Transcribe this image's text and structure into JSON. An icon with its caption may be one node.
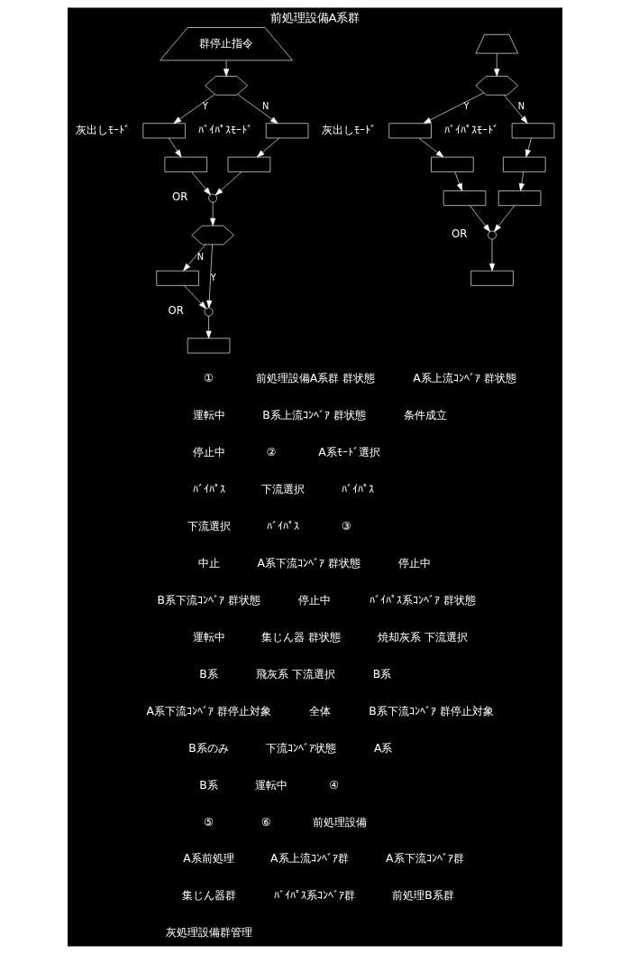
{
  "diagram": {
    "title": "前処理設備A系群",
    "nodes": [
      {
        "text": [
          "群停止指令"
        ]
      },
      {
        "text": [],
        "shape": "hexagon"
      },
      {
        "text": [],
        "shape": "box",
        "beside": [
          "灰出しﾓｰﾄﾞ"
        ]
      },
      {
        "text": [],
        "shape": "box"
      },
      {
        "text": [],
        "shape": "box",
        "beside": [
          "ﾊﾞｲﾊﾟｽﾓｰﾄﾞ"
        ]
      },
      {
        "text": [],
        "shape": "box"
      },
      {
        "text": [],
        "shape": "circle",
        "beside": [
          "OR"
        ]
      },
      {
        "text": [],
        "shape": "hexagon"
      },
      {
        "text": [],
        "shape": "box"
      },
      {
        "text": [],
        "shape": "circle",
        "beside": [
          "OR"
        ]
      },
      {
        "text": [],
        "shape": "box"
      },
      {
        "text": [],
        "shape": "trapezoid"
      },
      {
        "text": [],
        "shape": "hexagon"
      },
      {
        "text": [],
        "shape": "box",
        "beside": [
          "灰出しﾓｰﾄﾞ"
        ]
      },
      {
        "text": [],
        "shape": "box"
      },
      {
        "text": [],
        "shape": "box"
      },
      {
        "text": [],
        "shape": "box",
        "beside": [
          "ﾊﾞｲﾊﾟｽﾓｰﾄﾞ"
        ]
      },
      {
        "text": [],
        "shape": "box"
      },
      {
        "text": [],
        "shape": "box"
      },
      {
        "text": [],
        "shape": "circle",
        "beside": [
          "OR"
        ]
      },
      {
        "text": [],
        "shape": "box"
      }
    ],
    "edges": [
      {
        "from": 0,
        "to": 1,
        "arrow": "to"
      },
      {
        "from": 1,
        "to": 2,
        "arrow": "to",
        "label": "Y"
      },
      {
        "from": 1,
        "to": 4,
        "arrow": "to",
        "label": "N"
      },
      {
        "from": 2,
        "to": 3,
        "arrow": "to"
      },
      {
        "from": 4,
        "to": 5,
        "arrow": "to"
      },
      {
        "from": 3,
        "to": 6,
        "arrow": "to"
      },
      {
        "from": 5,
        "to": 6,
        "arrow": "to"
      },
      {
        "from": 6,
        "to": 7,
        "arrow": "to"
      },
      {
        "from": 7,
        "to": 8,
        "arrow": "to",
        "label": "N"
      },
      {
        "from": 7,
        "to": 9,
        "arrow": "to",
        "label": "Y"
      },
      {
        "from": 8,
        "to": 9,
        "arrow": "to"
      },
      {
        "from": 9,
        "to": 10,
        "arrow": "to"
      },
      {
        "from": 11,
        "to": 12,
        "arrow": "to"
      },
      {
        "from": 12,
        "to": 13,
        "arrow": "to",
        "label": "Y"
      },
      {
        "from": 12,
        "to": 16,
        "arrow": "to",
        "label": "N"
      },
      {
        "from": 13,
        "to": 14,
        "arrow": "to"
      },
      {
        "from": 14,
        "to": 15,
        "arrow": "to"
      },
      {
        "from": 16,
        "to": 17,
        "arrow": "to"
      },
      {
        "from": 17,
        "to": 18,
        "arrow": "to"
      },
      {
        "from": 15,
        "to": 19,
        "arrow": "to"
      },
      {
        "from": 18,
        "to": 19,
        "arrow": "to"
      },
      {
        "from": 19,
        "to": 20,
        "arrow": "to"
      }
    ],
    "labels": [
      "①",
      "前処理設備A系群 群状態",
      "A系上流ｺﾝﾍﾞｱ 群状態",
      "運転中",
      "B系上流ｺﾝﾍﾞｱ 群状態",
      "条件成立",
      "停止中",
      "②",
      "A系ﾓｰﾄﾞ選択",
      "ﾊﾞｲﾊﾟｽ",
      "下流選択",
      "ﾊﾞｲﾊﾟｽ",
      "下流選択",
      "ﾊﾞｲﾊﾟｽ",
      "③",
      "中止",
      "A系下流ｺﾝﾍﾞｱ 群状態",
      "停止中",
      "B系下流ｺﾝﾍﾞｱ 群状態",
      "停止中",
      "ﾊﾞｲﾊﾟｽ系ｺﾝﾍﾞｱ 群状態",
      "運転中",
      "集じん器 群状態",
      "焼却灰系 下流選択",
      "B系",
      "飛灰系 下流選択",
      "B系",
      "A系下流ｺﾝﾍﾞｱ 群停止対象",
      "全体",
      "B系下流ｺﾝﾍﾞｱ 群停止対象",
      "B系のみ",
      "下流ｺﾝﾍﾞｱ状態",
      "A系",
      "B系",
      "運転中",
      "④",
      "⑤",
      "⑥",
      "前処理設備",
      "A系前処理",
      "A系上流ｺﾝﾍﾞｱ群",
      "A系下流ｺﾝﾍﾞｱ群",
      "集じん器群",
      "ﾊﾞｲﾊﾟｽ系ｺﾝﾍﾞｱ群",
      "前処理B系群",
      "灰処理設備群管理"
    ]
  }
}
